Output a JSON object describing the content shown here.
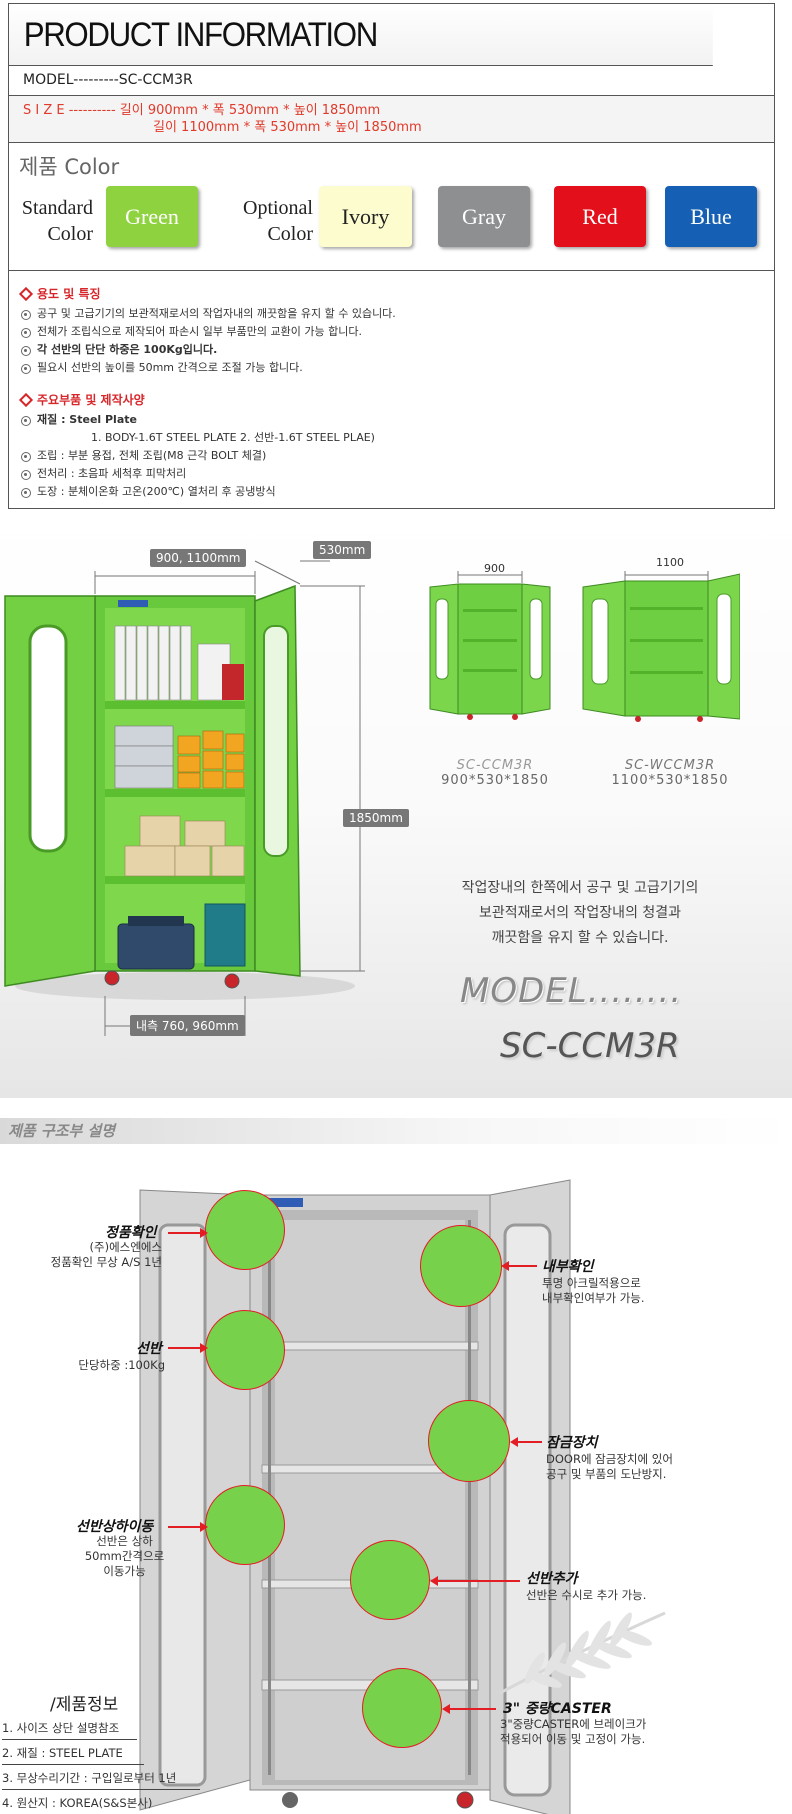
{
  "info": {
    "title": "PRODUCT INFORMATION",
    "model_line": "MODEL---------SC-CCM3R",
    "size_line1": "S I Z E ---------- 길이 900mm * 폭 530mm * 높이 1850mm",
    "size_line2": "길이 1100mm * 폭 530mm * 높이 1850mm",
    "color_heading": "제품  Color",
    "standard_label_1": "Standard",
    "standard_label_2": "Color",
    "optional_label_1": "Optional",
    "optional_label_2": "Color",
    "colors": {
      "green": "Green",
      "ivory": "Ivory",
      "gray": "Gray",
      "red": "Red",
      "blue": "Blue"
    },
    "swatch_hex": {
      "green": "#8fd23f",
      "ivory": "#fdfccf",
      "gray": "#8e8f91",
      "red": "#e3101c",
      "blue": "#1560b4"
    },
    "features_heading": "용도 및 특징",
    "features": [
      "공구 및 고급기기의 보관적재로서의 작업자내의 깨끗함을 유지 할 수 있습니다.",
      "전체가 조립식으로 제작되어 파손시 일부 부품만의 교환이 가능 합니다.",
      "각 선반의 단단 하중은 100Kg입니다.",
      "필요시 선반의 높이를 50mm 간격으로 조절 가능 합니다."
    ],
    "parts_heading": "주요부품 및 제작사양",
    "parts_material": "재질 :  Steel Plate",
    "parts_material_detail": "1. BODY-1.6T STEEL PLATE   2. 선반-1.6T STEEL PLAE)",
    "parts": [
      "조립 : 부분 용접, 전체 조립(M8 근각 BOLT 체결)",
      "전처리 : 초음파 세척후 피막처리",
      "도장 : 분체이온화 고온(200℃) 열처리 후 공냉방식"
    ]
  },
  "photo": {
    "width_dim": "900, 1100mm",
    "depth_dim": "530mm",
    "height_dim": "1850mm",
    "inner_dim": "내측 760, 960mm",
    "small1_dim": "900",
    "small2_dim": "1100",
    "model1_name": "SC-CCM3R",
    "model1_dims": "900*530*1850",
    "model2_name": "SC-WCCM3R",
    "model2_dims": "1100*530*1850",
    "desc_line1": "작업장내의 한쪽에서 공구 및 고급기기의",
    "desc_line2": "보관적재로서의 작업장내의 청결과",
    "desc_line3": "깨끗함을 유지 할 수 있습니다.",
    "model_script": "MODEL........",
    "model_name": "SC-CCM3R"
  },
  "structure": {
    "header": "제품 구조부 설명",
    "genuine_title": "정품확인",
    "genuine_text1": "(주)에스엔에스",
    "genuine_text2": "정품확인 무상 A/S 1년",
    "shelf_title": "선반",
    "shelf_text": "단당하중 :100Kg",
    "shelfmove_title": "선반상하이동",
    "shelfmove_text1": "선반은 상하",
    "shelfmove_text2": "50mm간격으로",
    "shelfmove_text3": "이동가능",
    "inner_title": "내부확인",
    "inner_text1": "투명 아크릴적용으로",
    "inner_text2": "내부확인여부가 가능.",
    "lock_title": "잠금장치",
    "lock_text1": "DOOR에 잠금장치에 있어",
    "lock_text2": "공구 및 부품의 도난방지.",
    "shelfadd_title": "선반추가",
    "shelfadd_text": "선반은 수시로 추가 가능.",
    "caster_title": "3\" 중량CASTER",
    "caster_text1": "3\"중량CASTER에 브레이크가",
    "caster_text2": "적용되어 이동 및 고정이 가능.",
    "info_title": "/제품정보",
    "info_items": [
      "1. 사이즈 상단 설명참조",
      "2. 재질 : STEEL PLATE",
      "3. 무상수리기간 : 구입일로부터 1년",
      "4. 원산지 : KOREA(S&S본사)"
    ]
  }
}
